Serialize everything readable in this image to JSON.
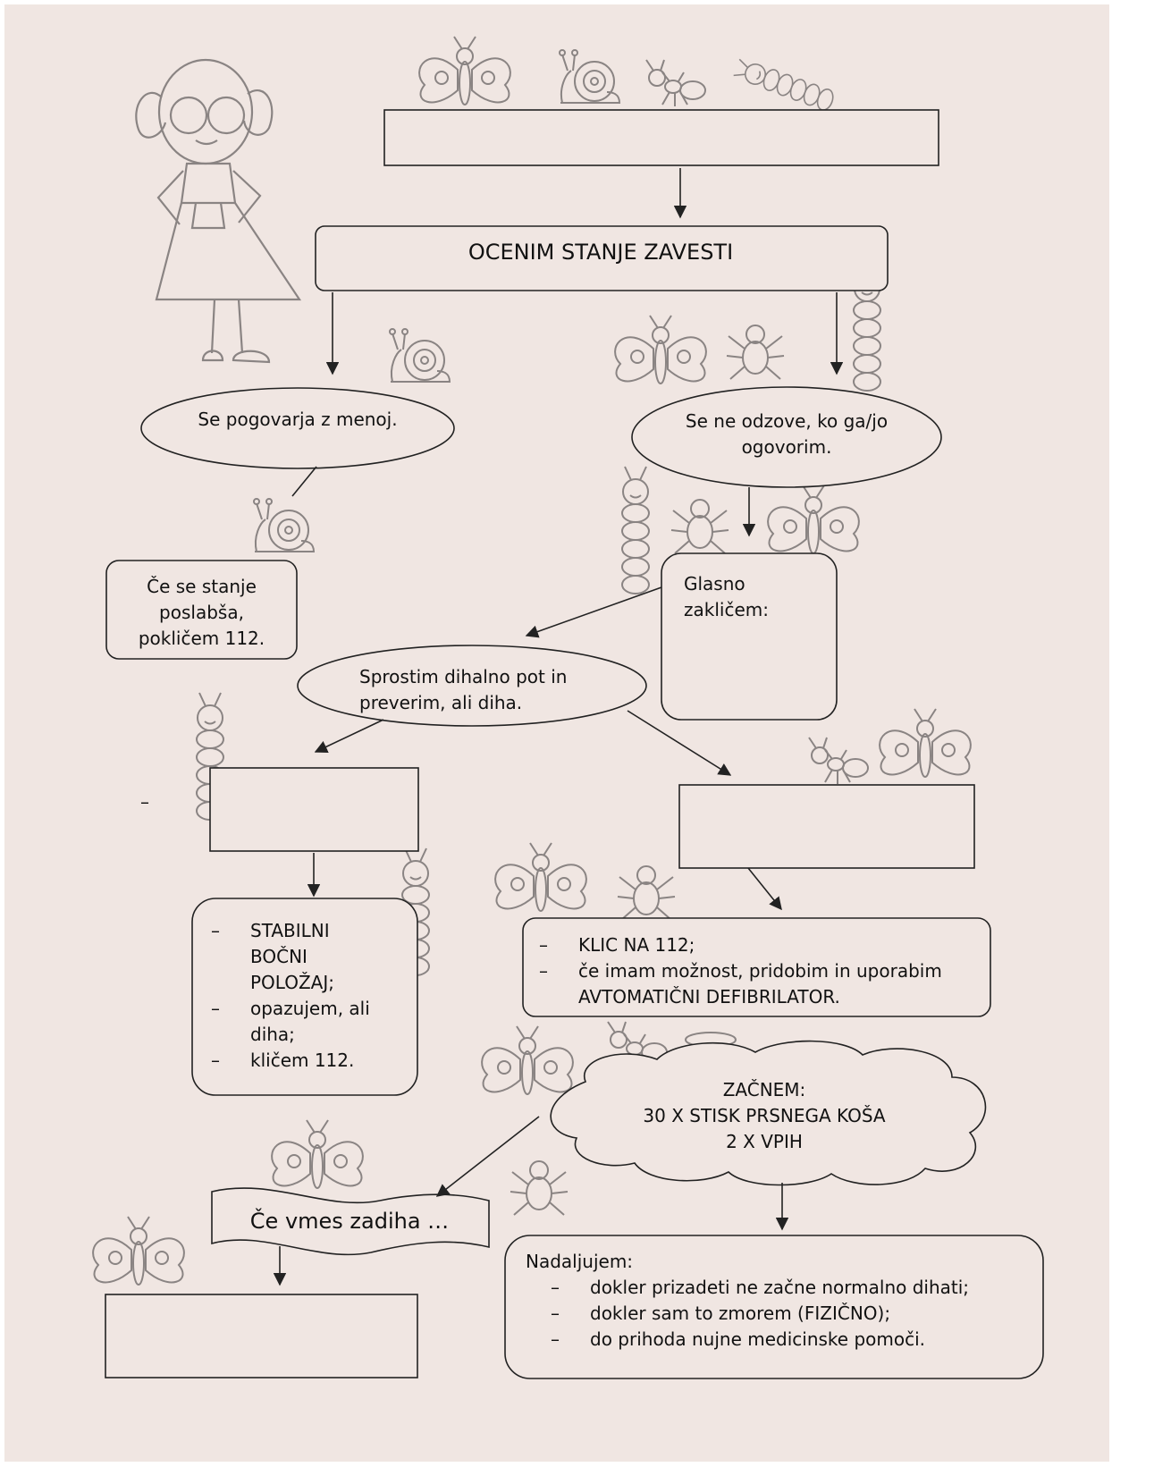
{
  "title_box": {
    "text": ""
  },
  "assess": {
    "text": "OCENIM STANJE ZAVESTI"
  },
  "talks": {
    "text": "Se pogovarja z menoj."
  },
  "no_response": {
    "line1": "Se ne odzove, ko ga/jo",
    "line2": "ogovorim."
  },
  "worsen": {
    "line1": "Če se stanje",
    "line2": "poslabša,",
    "line3": "pokličem 112."
  },
  "call_loud": {
    "line1": "Glasno",
    "line2": "zakličem:"
  },
  "airway": {
    "line1": "Sprostim dihalno pot in",
    "line2": "preverim, ali diha."
  },
  "stray_dash": "–",
  "breathing_steps": {
    "item1_l1": "STABILNI",
    "item1_l2": "BOČNI",
    "item1_l3": "POLOŽAJ;",
    "item2_l1": "opazujem, ali",
    "item2_l2": "diha;",
    "item3": "kličem 112."
  },
  "not_breathing_steps": {
    "item1": "KLIC NA 112;",
    "item2_l1": "če imam možnost, pridobim in uporabim",
    "item2_l2": "AVTOMATIČNI DEFIBRILATOR."
  },
  "cpr": {
    "line1": "ZAČNEM:",
    "line2": "30 X STISK  PRSNEGA KOŠA",
    "line3": "2 X VPIH"
  },
  "banner": {
    "text": "Če vmes zadiha …"
  },
  "continue": {
    "intro": "Nadaljujem:",
    "items": [
      "dokler prizadeti ne začne normalno dihati;",
      "dokler sam to zmorem (FIZIČNO);",
      "do prihoda nujne medicinske pomoči."
    ]
  },
  "colors": {
    "background": "#f0e6e2",
    "line": "#222222",
    "sketch": "#8a8483"
  }
}
